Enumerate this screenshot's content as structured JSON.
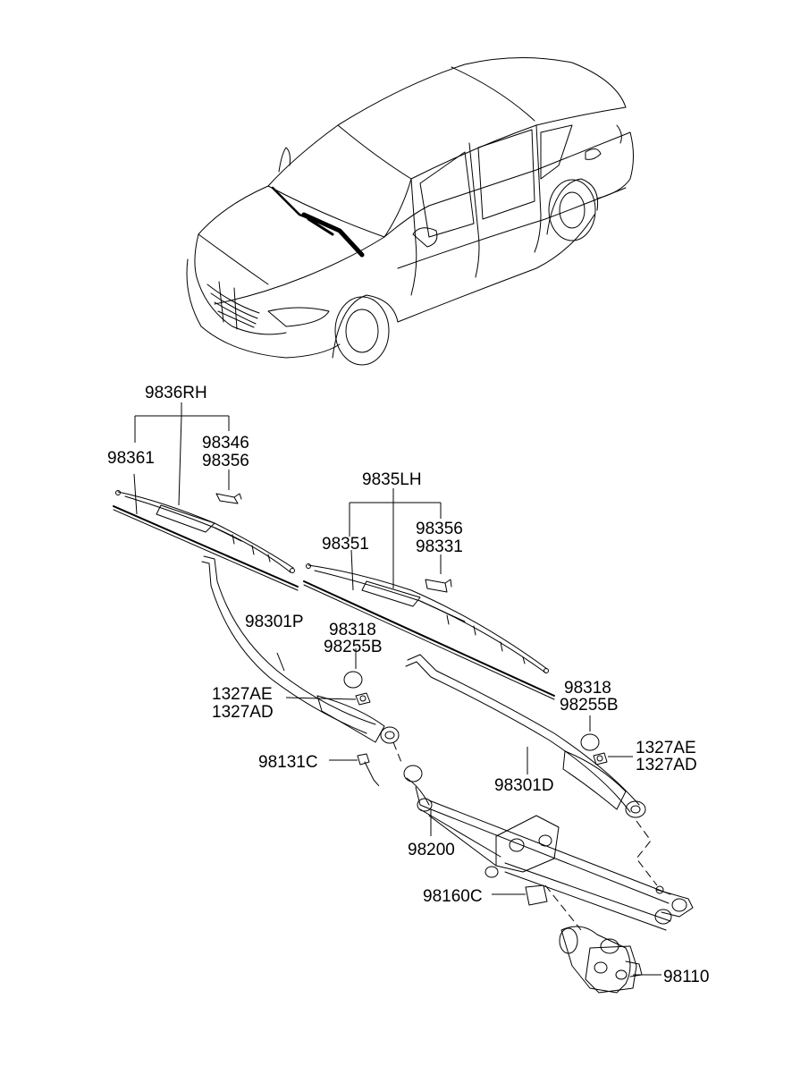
{
  "labels": {
    "rh_assembly": "9836RH",
    "rh_blade_refill": "98361",
    "rh_adapter_1": "98346",
    "rh_adapter_2": "98356",
    "lh_assembly": "9835LH",
    "lh_blade_refill": "98351",
    "lh_adapter_1": "98356",
    "lh_adapter_2": "98331",
    "arm_p": "98301P",
    "cap_p_1": "98318",
    "cap_p_2": "98255B",
    "nut_p_1": "1327AE",
    "nut_p_2": "1327AD",
    "cap_d_1": "98318",
    "cap_d_2": "98255B",
    "nut_d_1": "1327AE",
    "nut_d_2": "1327AD",
    "arm_d": "98301D",
    "bolt": "98131C",
    "linkage": "98200",
    "bracket": "98160C",
    "motor": "98110"
  }
}
